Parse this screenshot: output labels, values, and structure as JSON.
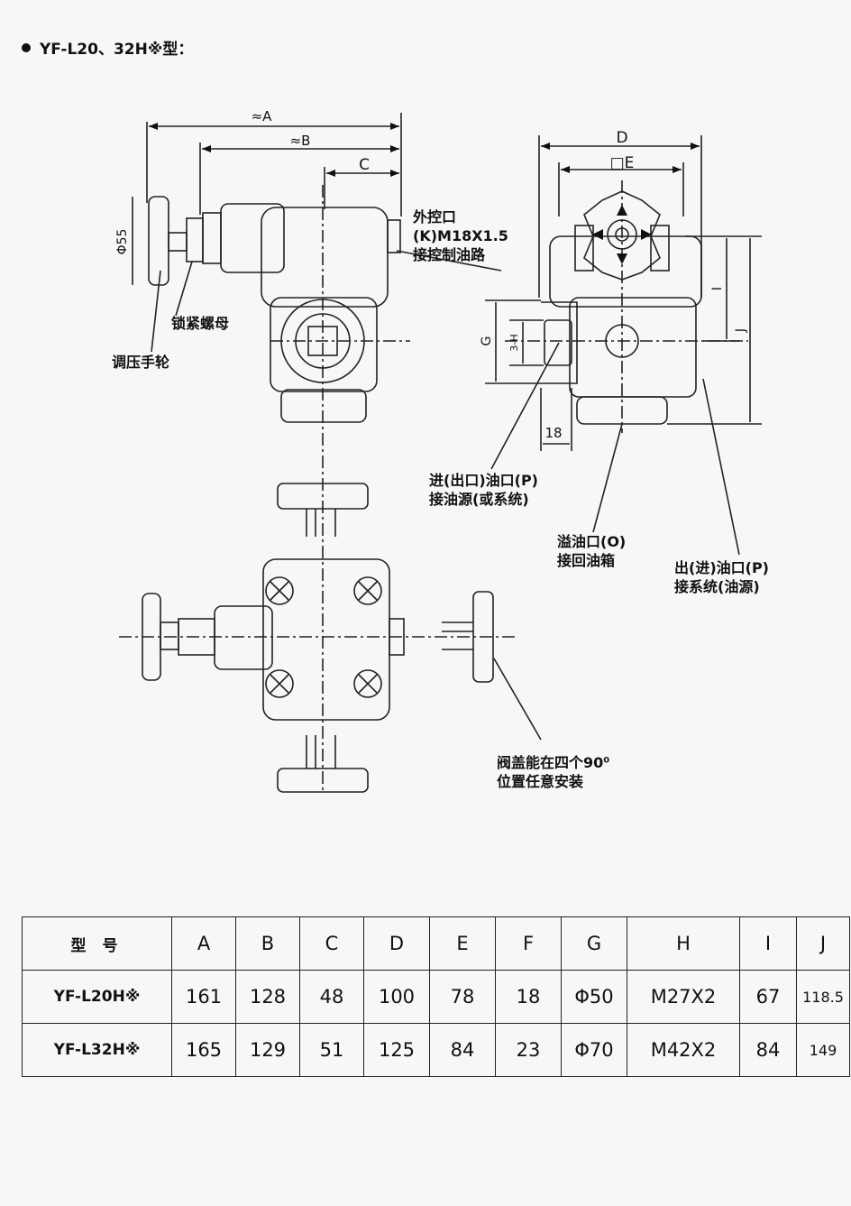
{
  "title": "YF-L20、32H※型：",
  "labels": {
    "dim_A": "≈A",
    "dim_B": "≈B",
    "dim_C": "C",
    "dim_D": "D",
    "dim_E": "□E",
    "dim_phi55": "Φ55",
    "dim_G": "G",
    "dim_3H": "3-H",
    "dim_I": "I",
    "dim_J": "J",
    "dim_18": "18",
    "ext_control_port": "外控口\n(K)M18X1.5\n接控制油路",
    "lock_nut": "锁紧螺母",
    "handwheel": "调压手轮",
    "inlet_port": "进(出口)油口(P)\n接油源(或系统)",
    "overflow_port": "溢油口(O)\n接回油箱",
    "outlet_port": "出(进)油口(P)\n接系统(油源)",
    "cover_note": "阀盖能在四个90⁰\n位置任意安装"
  },
  "table": {
    "headers": [
      "型 号",
      "A",
      "B",
      "C",
      "D",
      "E",
      "F",
      "G",
      "H",
      "I",
      "J"
    ],
    "rows": [
      [
        "YF-L20H※",
        "161",
        "128",
        "48",
        "100",
        "78",
        "18",
        "Φ50",
        "M27X2",
        "67",
        "118.5"
      ],
      [
        "YF-L32H※",
        "165",
        "129",
        "51",
        "125",
        "84",
        "23",
        "Φ70",
        "M42X2",
        "84",
        "149"
      ]
    ]
  }
}
